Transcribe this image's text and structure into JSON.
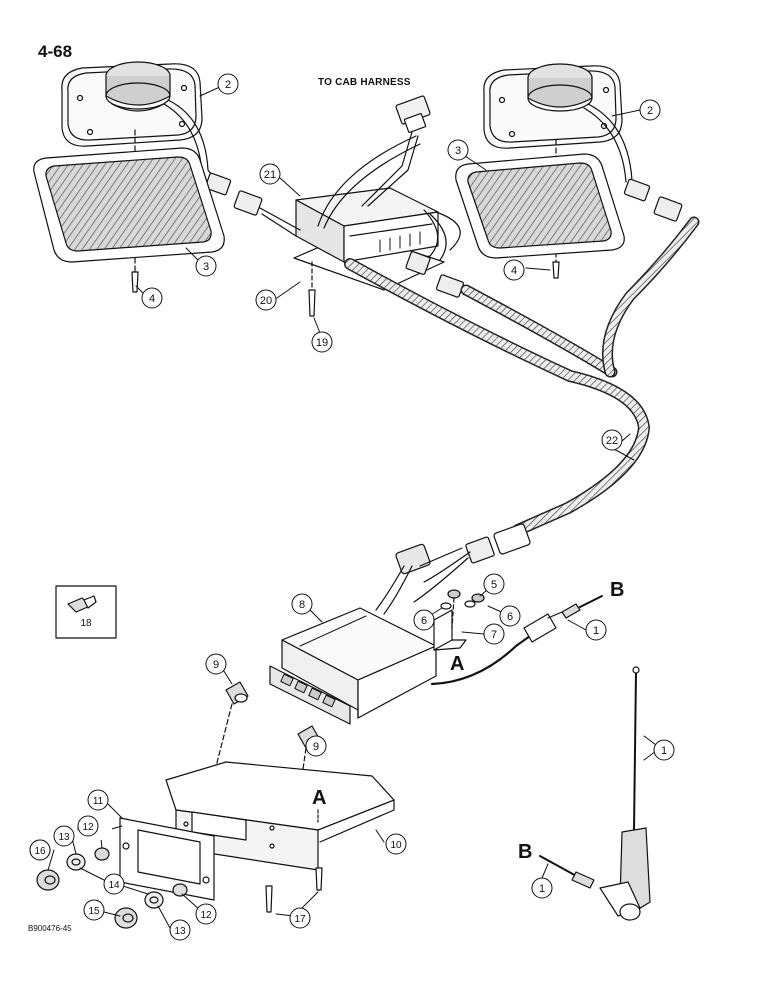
{
  "page_number": "4-68",
  "harness_label": "TO CAB HARNESS",
  "drawing_id": "B900476-45",
  "reference_letters": [
    "A",
    "B"
  ],
  "callouts": [
    "1",
    "2",
    "3",
    "4",
    "5",
    "6",
    "7",
    "8",
    "9",
    "10",
    "11",
    "12",
    "13",
    "14",
    "15",
    "16",
    "17",
    "18",
    "19",
    "20",
    "21",
    "22"
  ]
}
